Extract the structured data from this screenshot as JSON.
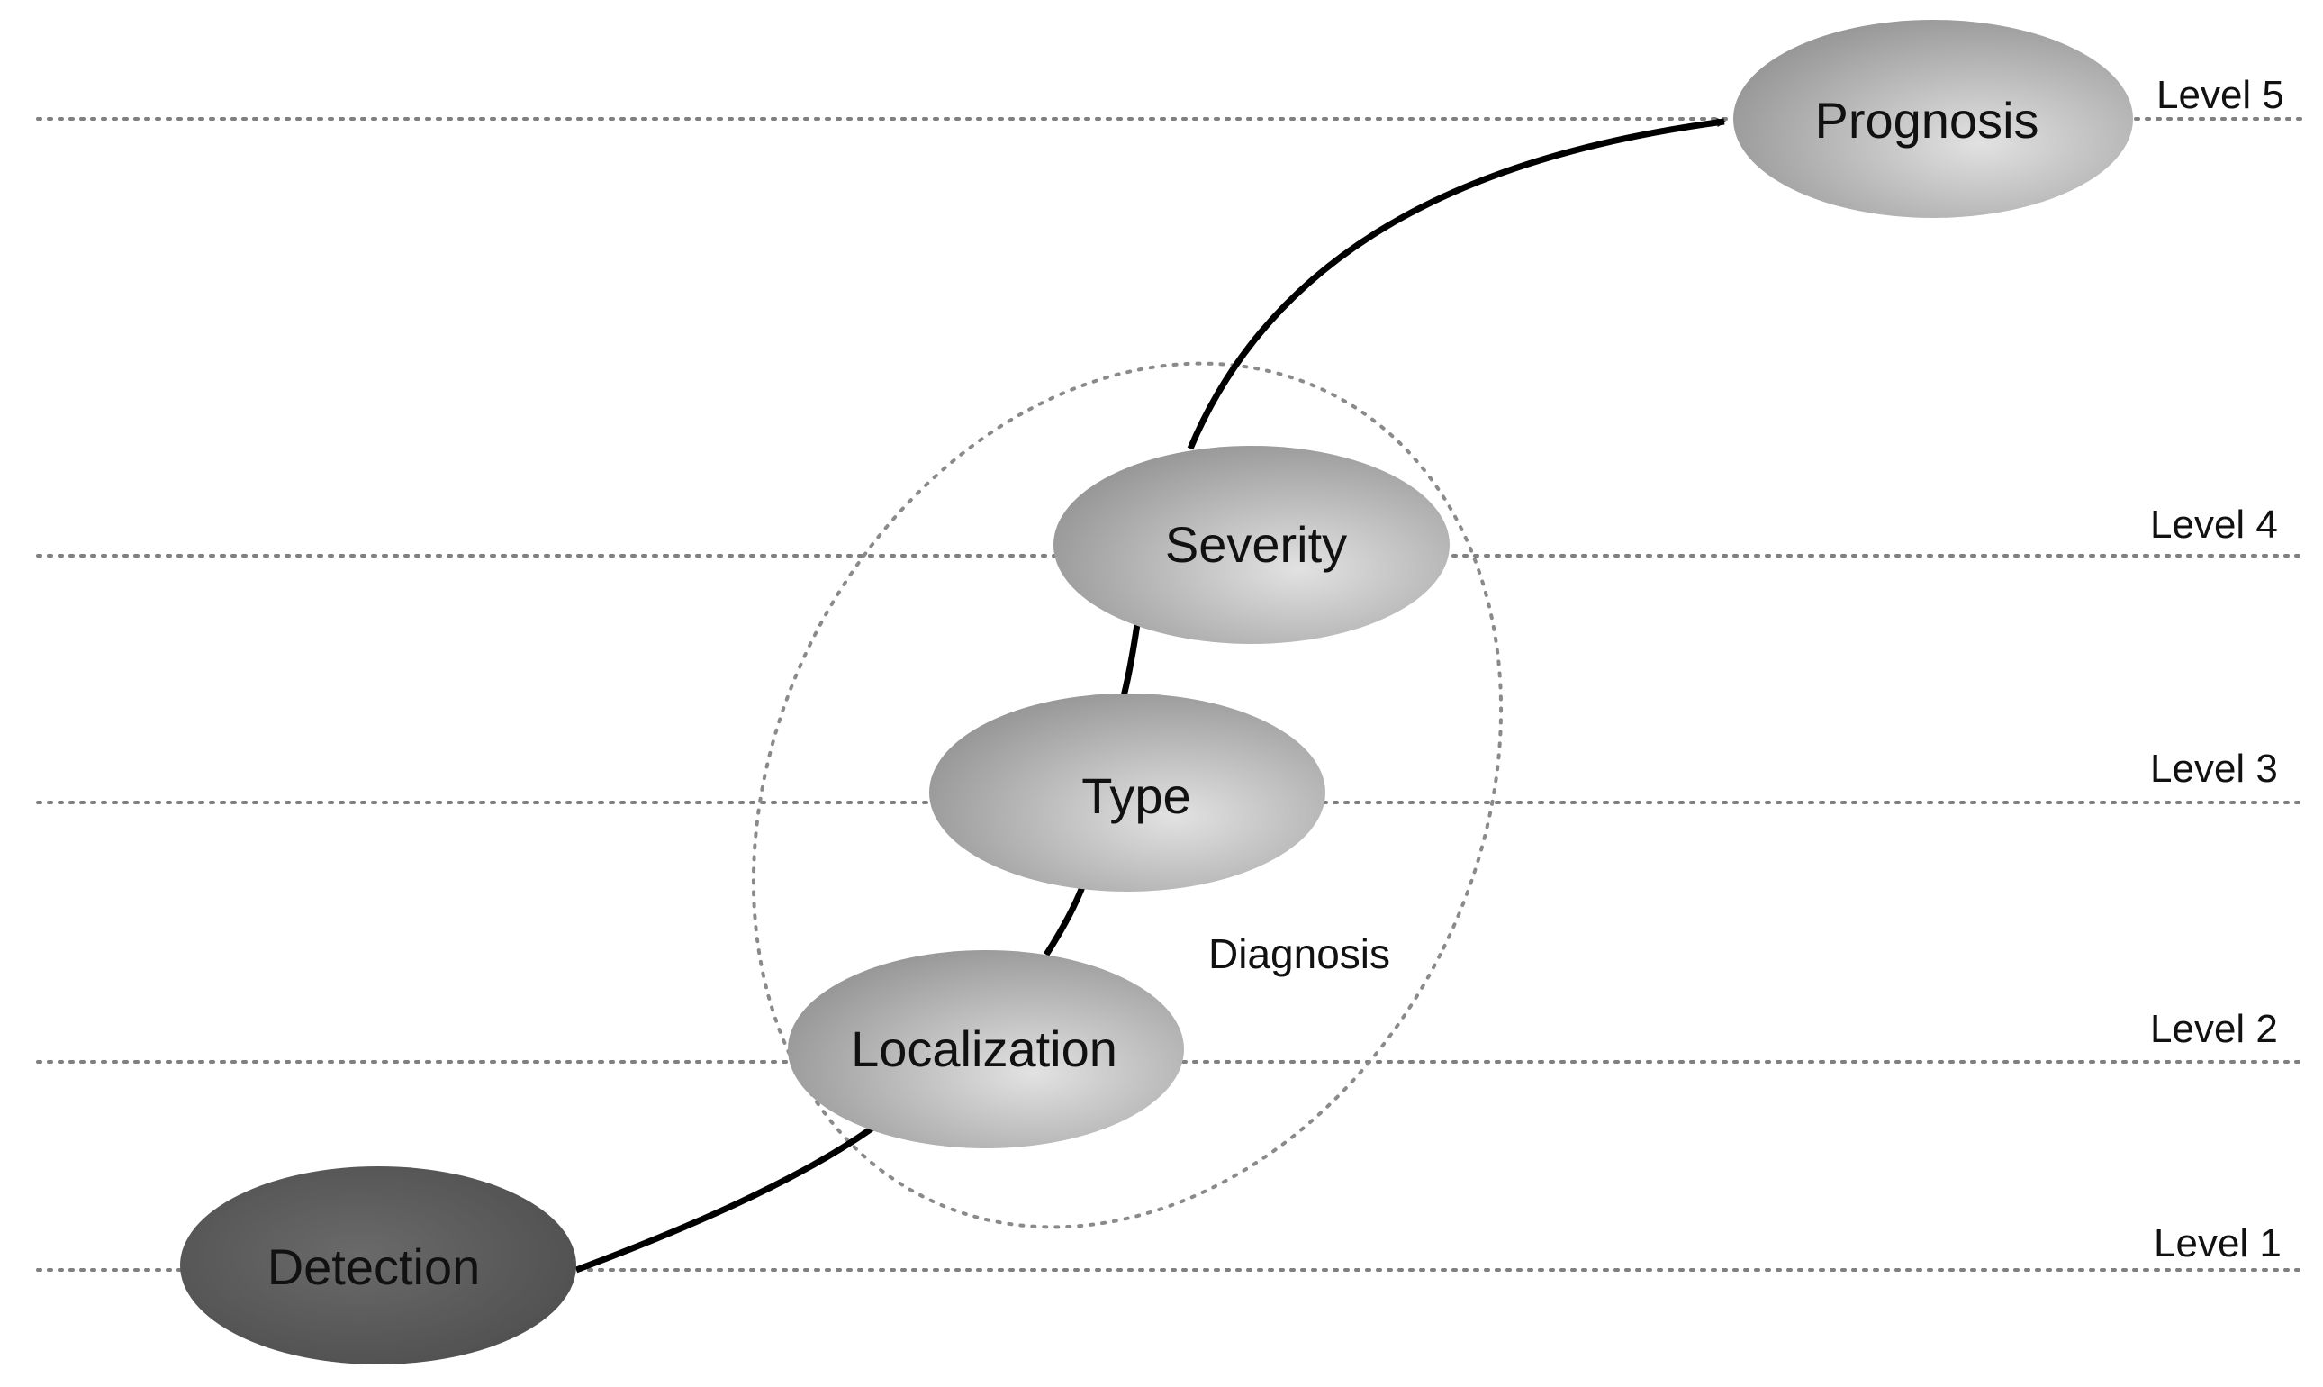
{
  "levels": [
    {
      "label": "Level 5"
    },
    {
      "label": "Level 4"
    },
    {
      "label": "Level 3"
    },
    {
      "label": "Level 2"
    },
    {
      "label": "Level 1"
    }
  ],
  "nodes": {
    "detection": {
      "label": "Detection",
      "level": 1
    },
    "localization": {
      "label": "Localization",
      "level": 2
    },
    "type": {
      "label": "Type",
      "level": 3
    },
    "severity": {
      "label": "Severity",
      "level": 4
    },
    "prognosis": {
      "label": "Prognosis",
      "level": 5
    }
  },
  "group": {
    "label": "Diagnosis",
    "members": [
      "localization",
      "type",
      "severity"
    ]
  },
  "flow_order": [
    "detection",
    "localization",
    "type",
    "severity",
    "prognosis"
  ],
  "colors": {
    "detection_fill": "#5a5a5a",
    "node_fill_light": "#d8d8d8",
    "node_fill_dark": "#9a9a9a",
    "edge": "#000000",
    "guide_lines": "#808080"
  }
}
